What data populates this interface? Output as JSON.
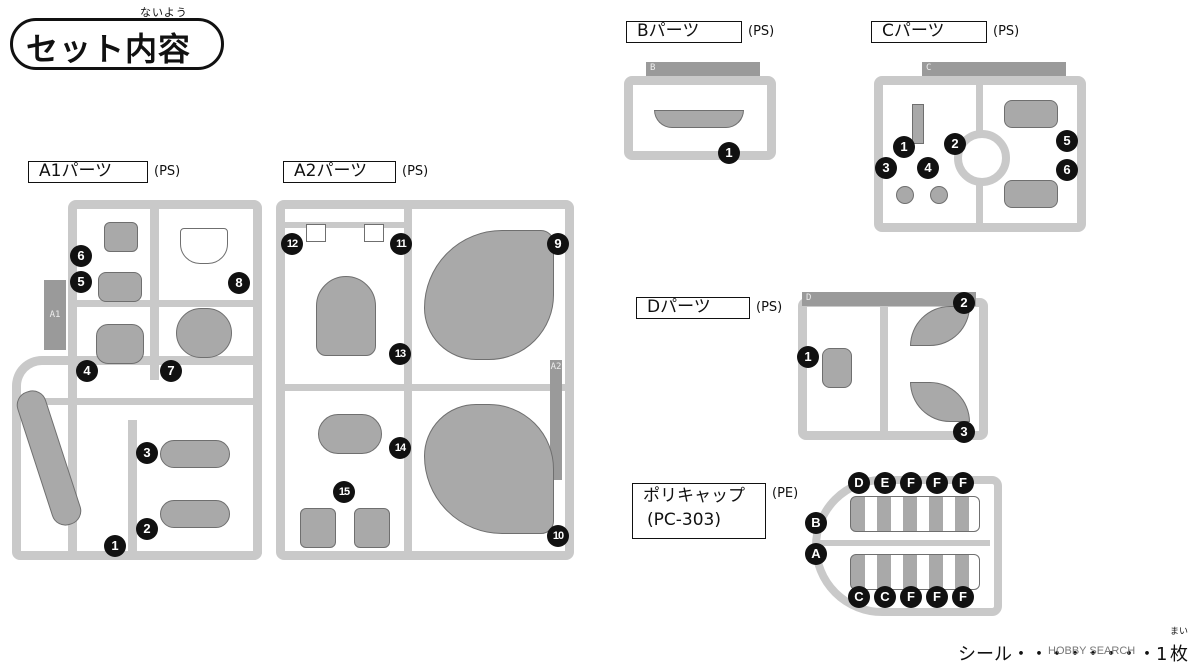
{
  "title": {
    "text": "セット内容",
    "ruby": "ないよう"
  },
  "parts": {
    "A1": {
      "label": "A1パーツ",
      "material": "(PS)",
      "tag": "A1",
      "numbers": [
        "6",
        "5",
        "4",
        "8",
        "7",
        "3",
        "2",
        "1"
      ]
    },
    "A2": {
      "label": "A2パーツ",
      "material": "(PS)",
      "tag": "A2",
      "numbers": [
        "12",
        "11",
        "9",
        "13",
        "14",
        "15",
        "10"
      ]
    },
    "B": {
      "label": "Bパーツ",
      "material": "(PS)",
      "tag": "B",
      "numbers": [
        "1"
      ]
    },
    "C": {
      "label": "Cパーツ",
      "material": "(PS)",
      "tag": "C",
      "numbers": [
        "1",
        "2",
        "3",
        "4",
        "5",
        "6"
      ]
    },
    "D": {
      "label": "Dパーツ",
      "material": "(PS)",
      "tag": "D",
      "numbers": [
        "2",
        "1",
        "3"
      ]
    },
    "PC": {
      "label": "ポリキャップ",
      "label2": "(PC-303)",
      "material": "(PE)",
      "top_letters": [
        "D",
        "E",
        "F",
        "F",
        "F"
      ],
      "side_letters": [
        "B",
        "A"
      ],
      "bottom_letters": [
        "C",
        "C",
        "F",
        "F",
        "F"
      ]
    }
  },
  "seal": {
    "text": "シール・・・・・・・・1",
    "count": "枚",
    "ruby": "まい"
  },
  "watermark": "HOBBY SEARCH"
}
